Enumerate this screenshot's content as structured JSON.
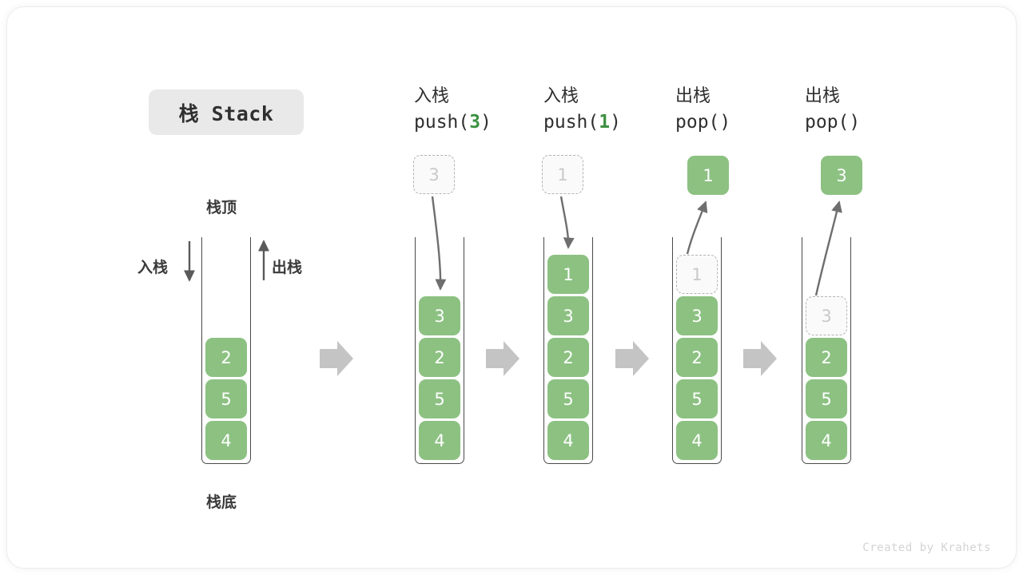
{
  "title": {
    "pill_label": "栈 Stack"
  },
  "labels": {
    "top": "栈顶",
    "bottom": "栈底",
    "push_side": "入栈",
    "pop_side": "出栈"
  },
  "watermark": "Created by Krahets",
  "colors": {
    "cell_green": "#8cc182",
    "arg_green": "#3d9140",
    "ghost_border": "#b4b4b4",
    "ghost_fill": "#fafafa",
    "ghost_text": "#c9c9c9",
    "stack_border": "#4a4a4a",
    "block_arrow": "#c4c4c4",
    "curve_arrow": "#6e6e6e",
    "pill_bg": "#e9e9e9",
    "text": "#2f2f2f",
    "watermark": "#d4d4d4"
  },
  "steps": [
    {
      "id": "initial",
      "op_cn": "",
      "op_code": "",
      "op_arg": "",
      "stack": [
        "2",
        "5",
        "4"
      ],
      "ghost_in_stack": null,
      "float_ghost": null,
      "float_value": null
    },
    {
      "id": "push-3",
      "op_cn": "入栈",
      "op_code_pre": "push(",
      "op_arg": "3",
      "op_code_post": ")",
      "stack": [
        "3",
        "2",
        "5",
        "4"
      ],
      "ghost_in_stack": null,
      "float_ghost": "3",
      "float_value": null
    },
    {
      "id": "push-1",
      "op_cn": "入栈",
      "op_code_pre": "push(",
      "op_arg": "1",
      "op_code_post": ")",
      "stack": [
        "1",
        "3",
        "2",
        "5",
        "4"
      ],
      "ghost_in_stack": null,
      "float_ghost": "1",
      "float_value": null
    },
    {
      "id": "pop-1",
      "op_cn": "出栈",
      "op_code_pre": "pop(",
      "op_arg": "",
      "op_code_post": ")",
      "stack": [
        "3",
        "2",
        "5",
        "4"
      ],
      "ghost_in_stack": "1",
      "float_ghost": null,
      "float_value": "1"
    },
    {
      "id": "pop-3",
      "op_cn": "出栈",
      "op_code_pre": "pop(",
      "op_arg": "",
      "op_code_post": ")",
      "stack": [
        "2",
        "5",
        "4"
      ],
      "ghost_in_stack": "3",
      "float_ghost": null,
      "float_value": "3"
    }
  ]
}
